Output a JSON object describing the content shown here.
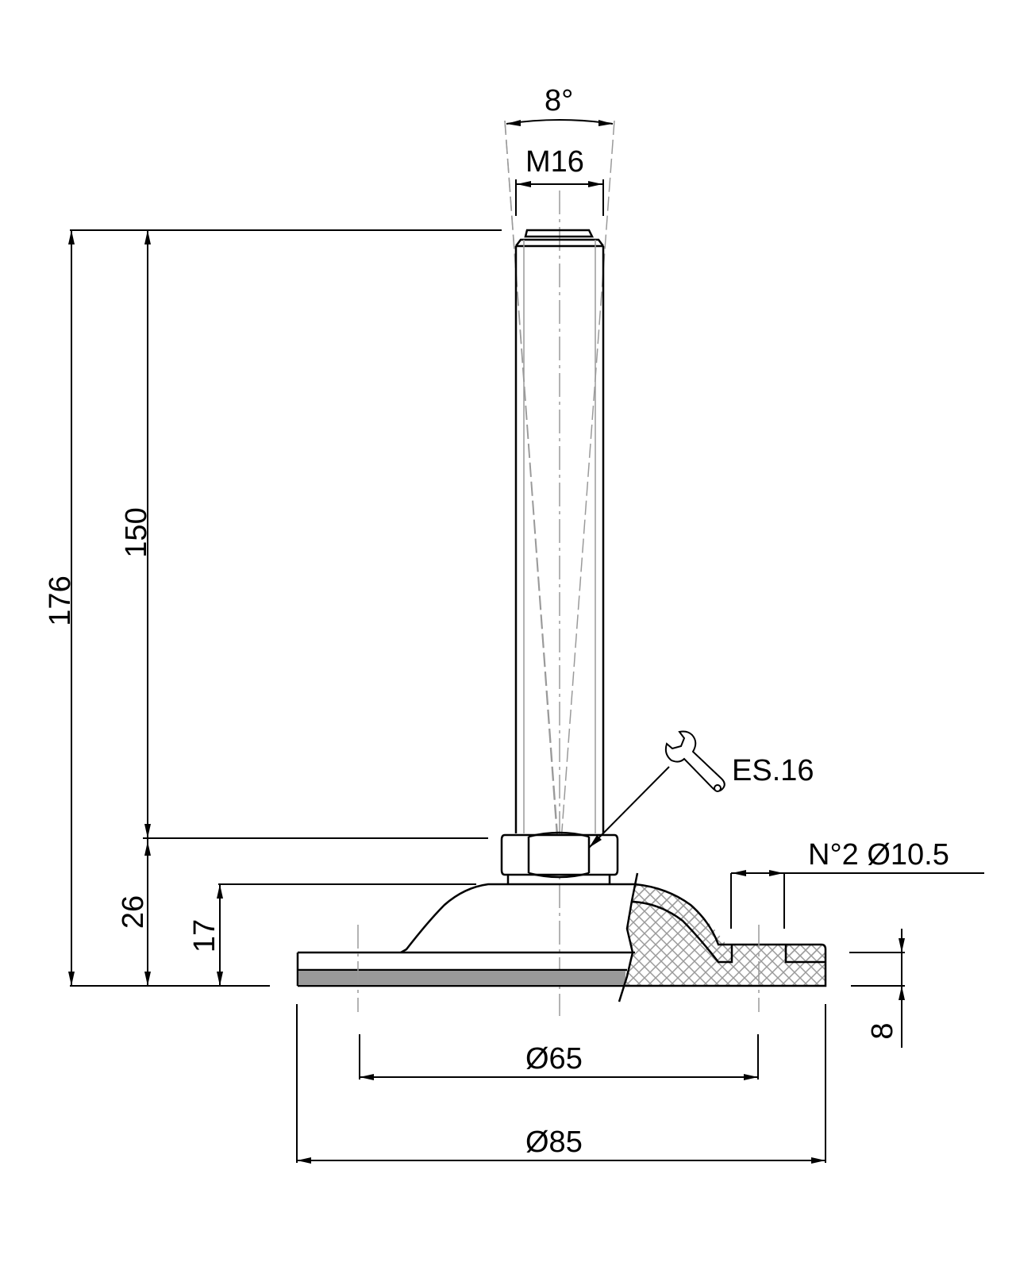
{
  "drawing": {
    "title": "Leveling foot technical drawing",
    "colors": {
      "line": "#000000",
      "centerline": "#999999",
      "hatch": "#9a9a9a",
      "pad_fill": "#999999",
      "background": "#ffffff"
    }
  },
  "dimensions": {
    "angle": "8°",
    "thread": "M16",
    "total_height": "176",
    "stem_length": "150",
    "base_height": "26",
    "dome_height": "17",
    "wrench_size": "ES.16",
    "holes": "N°2 Ø10.5",
    "base_thickness": "8",
    "bolt_circle": "Ø65",
    "base_diameter": "Ø85"
  },
  "icons": {
    "wrench": "wrench-icon"
  }
}
